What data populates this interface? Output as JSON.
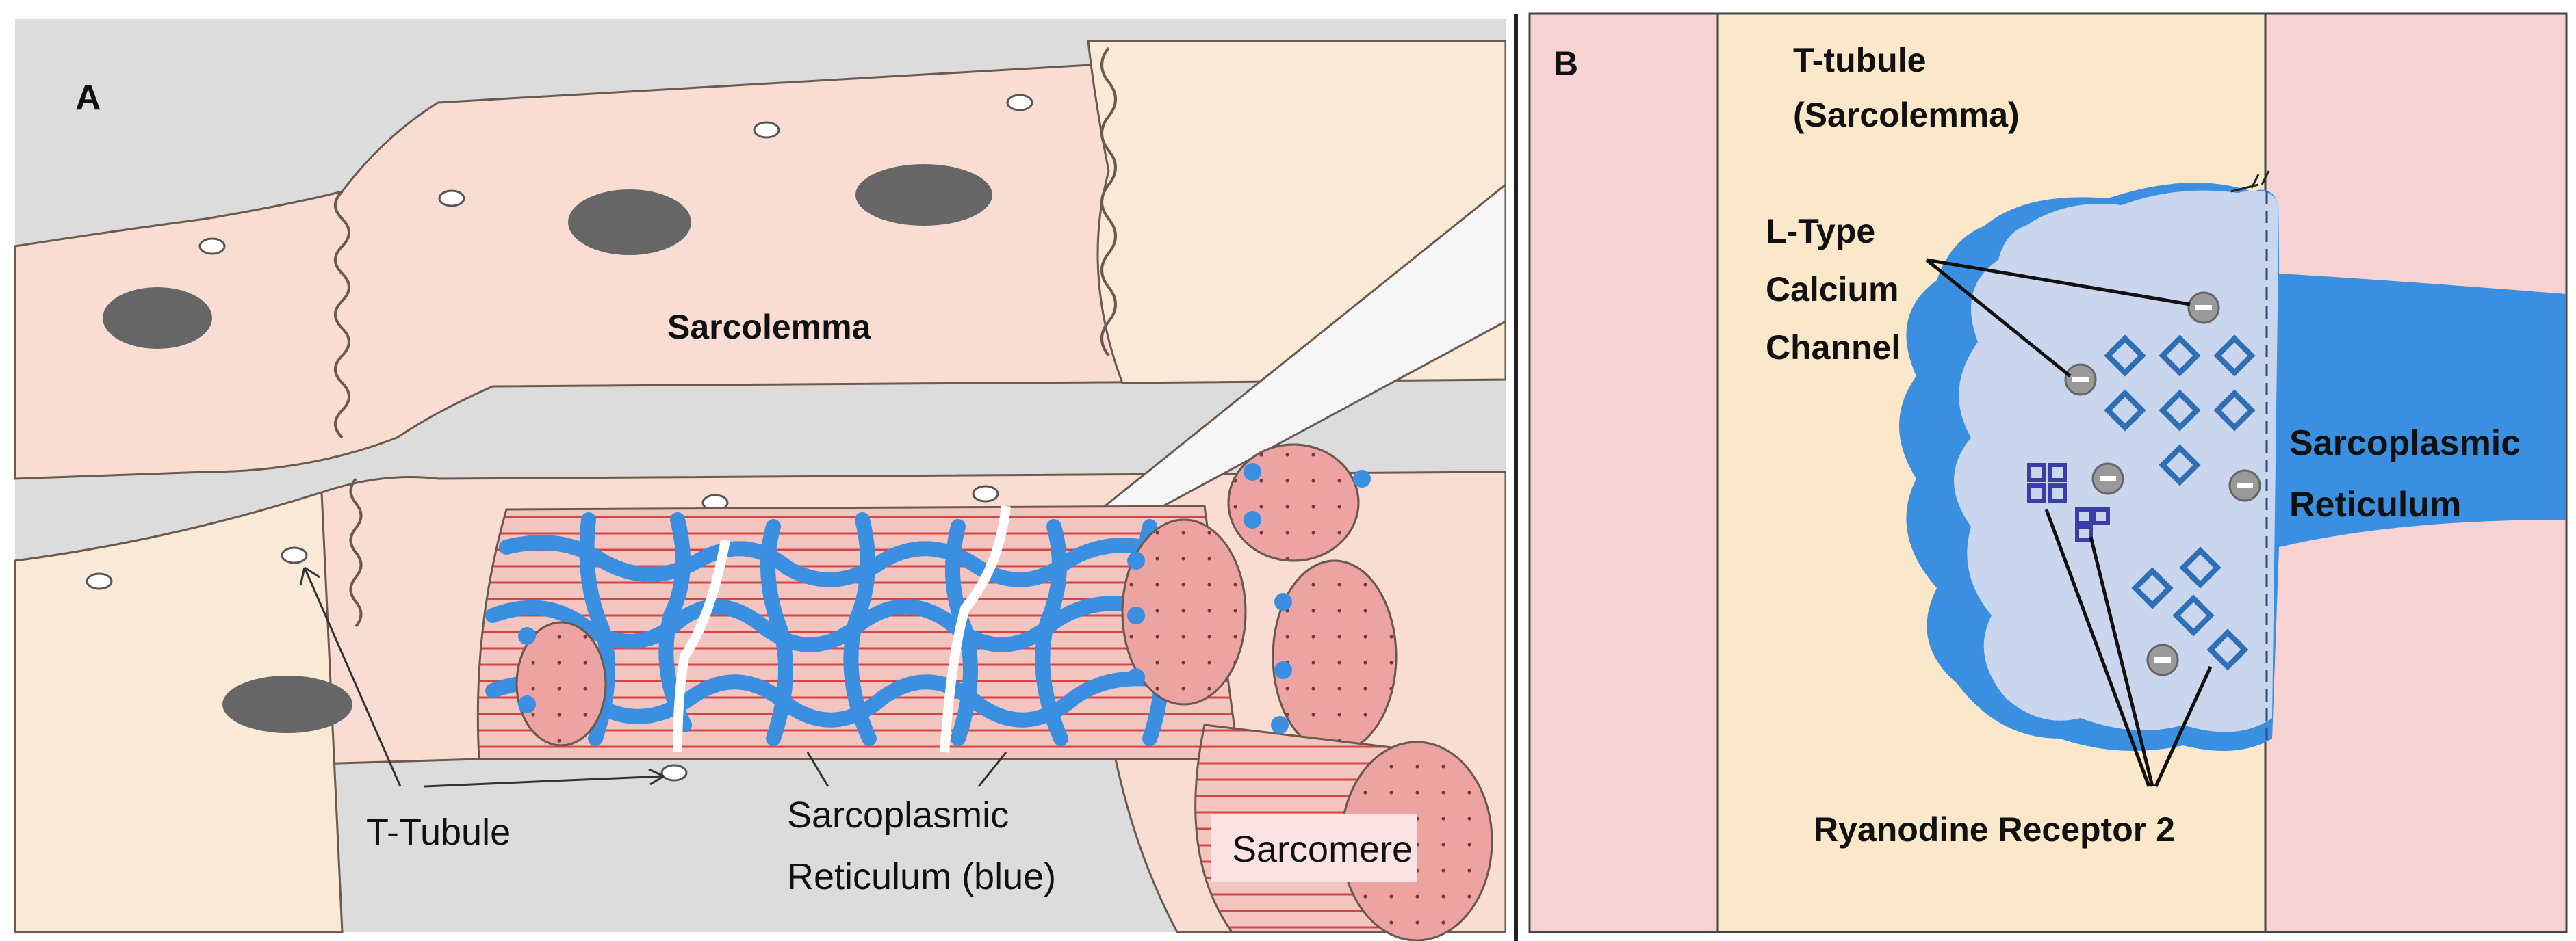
{
  "panel_a": {
    "letter": "A",
    "labels": {
      "sarcolemma": "Sarcolemma",
      "t_tubule": "T-Tubule",
      "sr_line1": "Sarcoplasmic",
      "sr_line2": "Reticulum (blue)",
      "sarcomere": "Sarcomere"
    }
  },
  "panel_b": {
    "letter": "B",
    "labels": {
      "t_tubule_line1": "T-tubule",
      "t_tubule_line2": "(Sarcolemma)",
      "ltype_line1": "L-Type",
      "ltype_line2": "Calcium",
      "ltype_line3": "Channel",
      "sr_line1": "Sarcoplasmic",
      "sr_line2": "Reticulum",
      "ryr2": "Ryanodine Receptor 2"
    }
  },
  "colors": {
    "cell_pink": "#f9ddd3",
    "cell_cream": "#fbe9d7",
    "background_gray": "#dcdcdc",
    "nucleus": "#666666",
    "sr_blue": "#3a8fe0",
    "sr_light": "#c9d6ee",
    "myofibril_pink": "#eea3a3",
    "t_tubule_cream": "#fbe7c9",
    "border_pink": "#f7d2d2"
  }
}
